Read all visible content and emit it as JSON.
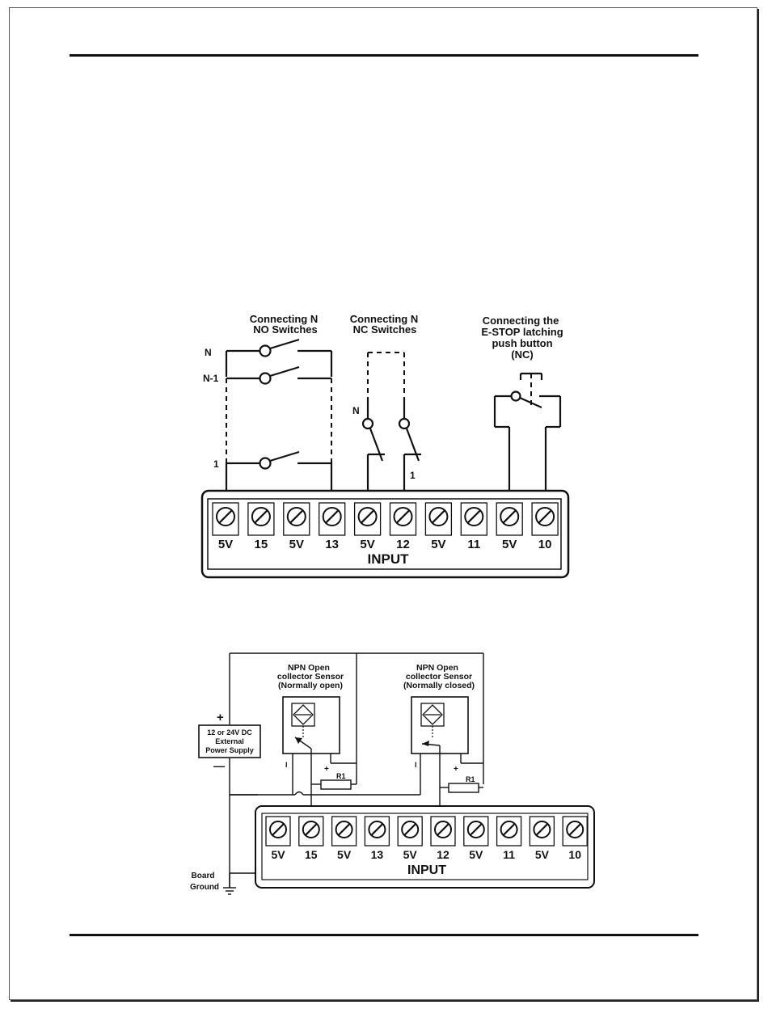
{
  "diagram1": {
    "no_title": [
      "Connecting N",
      "NO Switches"
    ],
    "nc_title": [
      "Connecting N",
      "NC Switches"
    ],
    "estop_title": [
      "Connecting the",
      "E-STOP latching",
      "push button",
      "(NC)"
    ],
    "no_labels": {
      "n": "N",
      "n1": "N-1",
      "one": "1"
    },
    "nc_labels": {
      "n": "N",
      "one": "1"
    },
    "terminals": [
      "5V",
      "15",
      "5V",
      "13",
      "5V",
      "12",
      "5V",
      "11",
      "5V",
      "10"
    ],
    "input_label": "INPUT"
  },
  "diagram2": {
    "sensor_open_title": [
      "NPN Open",
      "collector Sensor",
      "(Normally open)"
    ],
    "sensor_closed_title": [
      "NPN Open",
      "collector Sensor",
      "(Normally closed)"
    ],
    "power_supply": [
      "12 or 24V DC",
      "External",
      "Power Supply"
    ],
    "plus": "+",
    "minus": "—",
    "sensor_minus": "I",
    "sensor_plus": "+",
    "resistor": "R1",
    "board_ground": [
      "Board",
      "Ground"
    ],
    "terminals": [
      "5V",
      "15",
      "5V",
      "13",
      "5V",
      "12",
      "5V",
      "11",
      "5V",
      "10"
    ],
    "input_label": "INPUT"
  }
}
